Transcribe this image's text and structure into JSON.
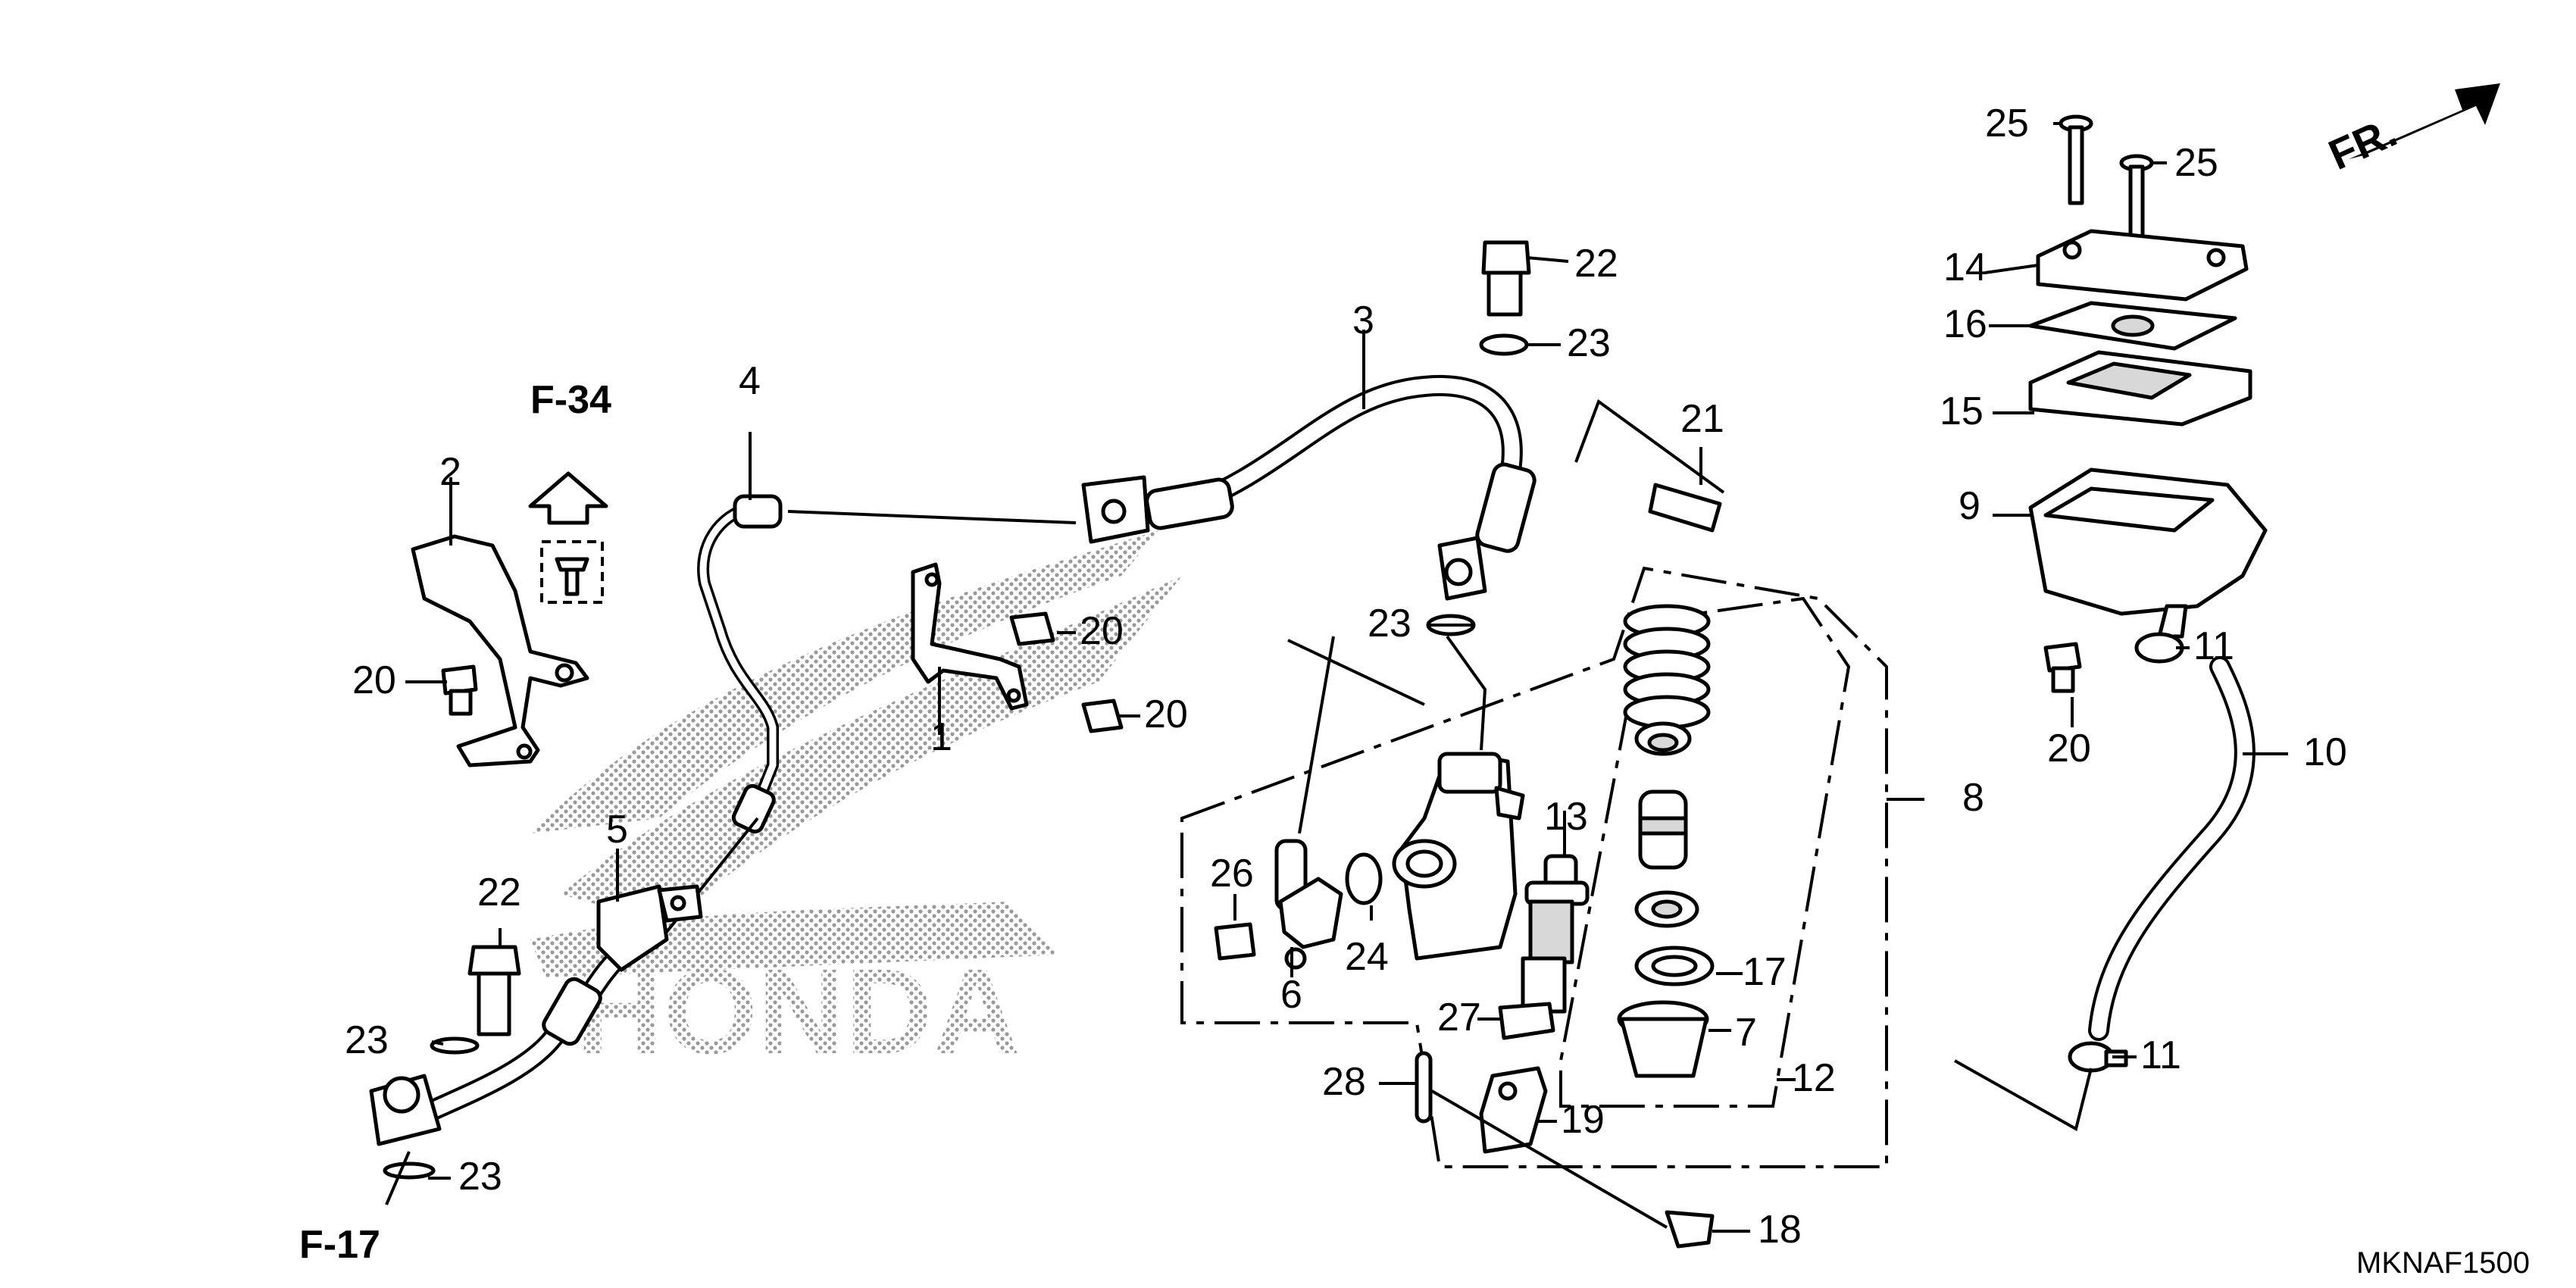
{
  "diagram": {
    "code": "MKNAF1500",
    "direction_label": "FR.",
    "references": {
      "top": "F-34",
      "bottom": "F-17"
    },
    "watermark": "HONDA",
    "callouts": {
      "c1": "1",
      "c2": "2",
      "c3": "3",
      "c4": "4",
      "c5": "5",
      "c6": "6",
      "c7": "7",
      "c8": "8",
      "c9": "9",
      "c10": "10",
      "c11a": "11",
      "c11b": "11",
      "c12": "12",
      "c13": "13",
      "c14": "14",
      "c15": "15",
      "c16": "16",
      "c17": "17",
      "c18": "18",
      "c19": "19",
      "c20a": "20",
      "c20b": "20",
      "c20c": "20",
      "c20d": "20",
      "c21": "21",
      "c22a": "22",
      "c22b": "22",
      "c23a": "23",
      "c23b": "23",
      "c23c": "23",
      "c23d": "23",
      "c24": "24",
      "c25a": "25",
      "c25b": "25",
      "c26": "26",
      "c27": "27",
      "c28": "28"
    }
  }
}
